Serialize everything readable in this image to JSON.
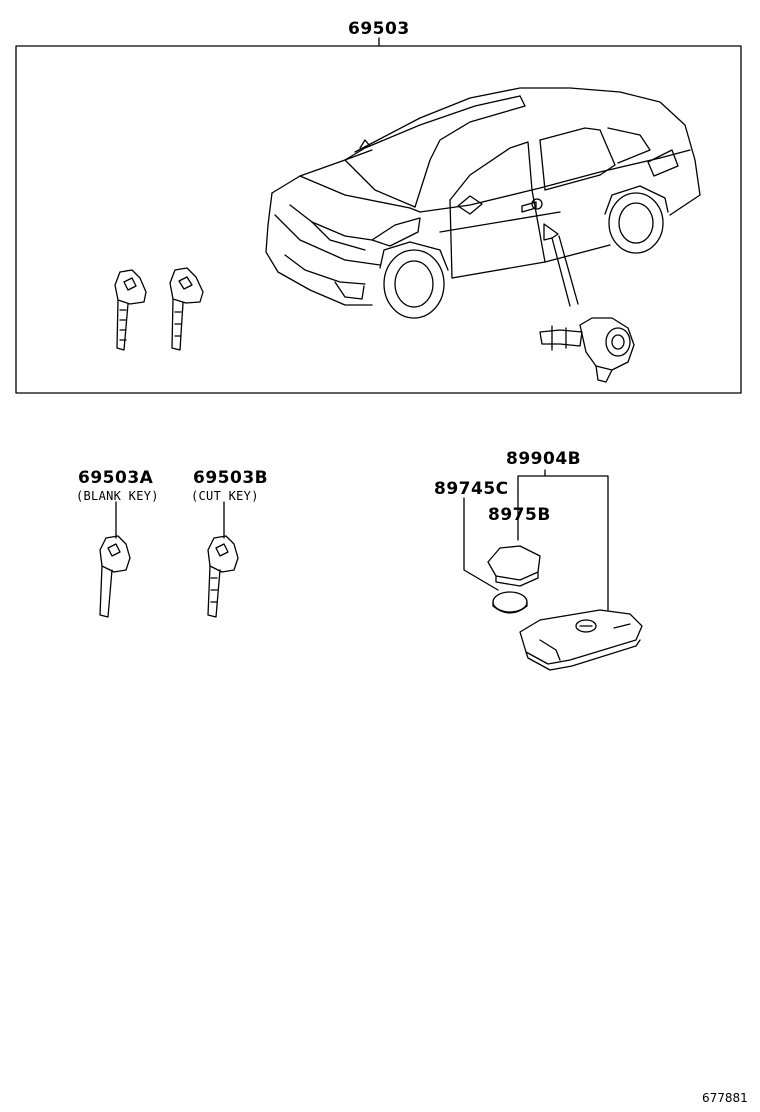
{
  "parts": {
    "kit": {
      "number": "69503"
    },
    "blank_key": {
      "number": "69503A",
      "note": "(BLANK KEY)"
    },
    "cut_key": {
      "number": "69503B",
      "note": "(CUT KEY)"
    },
    "transmitter": {
      "number": "89904B"
    },
    "battery": {
      "number": "89745C"
    },
    "case_cover": {
      "number": "8975B"
    }
  },
  "figure_id": "677881"
}
